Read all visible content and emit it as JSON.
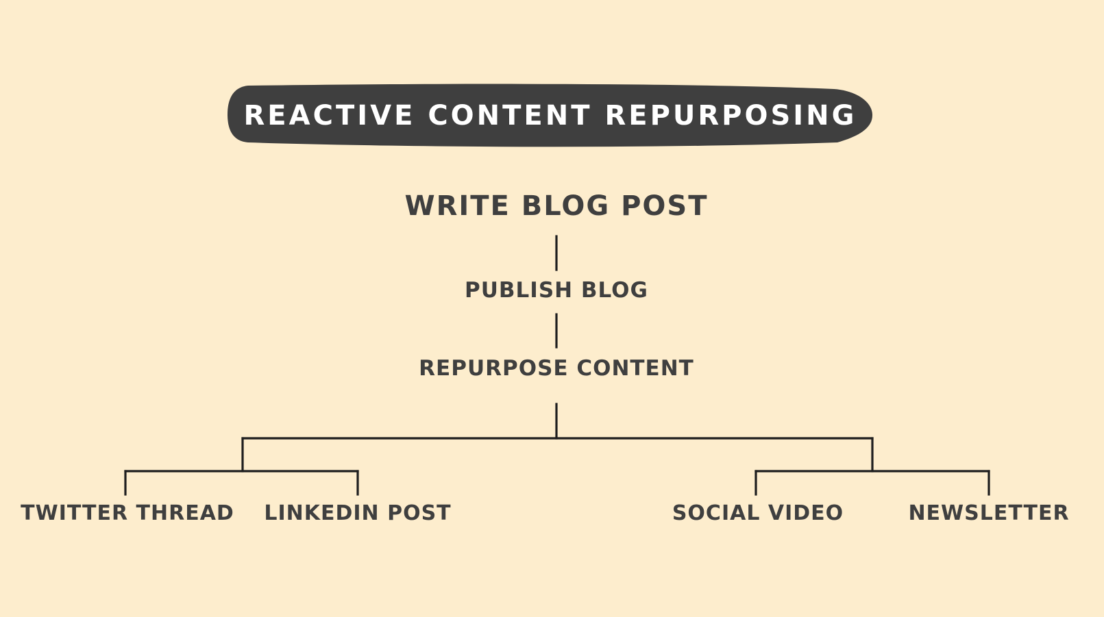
{
  "colors": {
    "background": "#FDEDCD",
    "ink": "#3F3F3F",
    "line": "#1E1E1E",
    "title_text": "#FFFFFF"
  },
  "title": "REACTIVE CONTENT REPURPOSING",
  "nodes": {
    "root": "WRITE BLOG POST",
    "publish": "PUBLISH BLOG",
    "repurpose": "REPURPOSE CONTENT",
    "leaves": [
      "TWITTER THREAD",
      "LINKEDIN POST",
      "SOCIAL VIDEO",
      "NEWSLETTER"
    ]
  }
}
